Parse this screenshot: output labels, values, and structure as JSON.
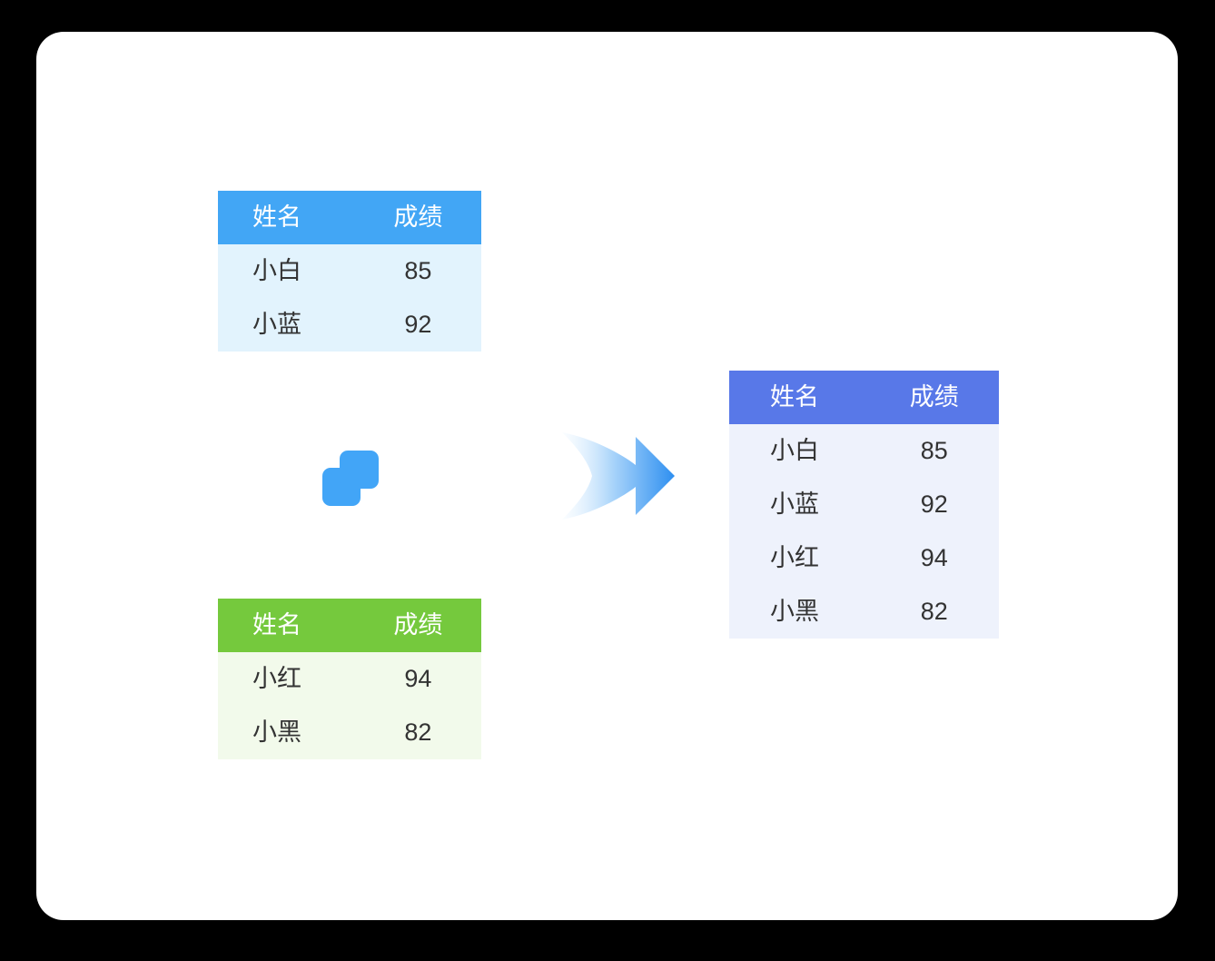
{
  "page": {
    "background": "#000000"
  },
  "card": {
    "background": "#ffffff"
  },
  "merge_diagram": {
    "source_table_blue": {
      "columns": [
        "姓名",
        "成绩"
      ],
      "rows": [
        [
          "小白",
          "85"
        ],
        [
          "小蓝",
          "92"
        ]
      ],
      "header_color": "#42A6F5",
      "body_color": "#E2F3FD",
      "header_text_color": "#FFFFFF",
      "body_text_color": "#333333"
    },
    "source_table_green": {
      "columns": [
        "姓名",
        "成绩"
      ],
      "rows": [
        [
          "小红",
          "94"
        ],
        [
          "小黑",
          "82"
        ]
      ],
      "header_color": "#75C93D",
      "body_color": "#F2FAEB",
      "header_text_color": "#FFFFFF",
      "body_text_color": "#333333"
    },
    "result_table": {
      "columns": [
        "姓名",
        "成绩"
      ],
      "rows": [
        [
          "小白",
          "85"
        ],
        [
          "小蓝",
          "92"
        ],
        [
          "小红",
          "94"
        ],
        [
          "小黑",
          "82"
        ]
      ],
      "header_color": "#5878E8",
      "body_color": "#EEF2FC",
      "header_text_color": "#FFFFFF",
      "body_text_color": "#333333"
    },
    "merge_icon_color": "#42A5F7",
    "arrow_color_start": "#F2F9FF",
    "arrow_color_mid": "#A9D4FA",
    "arrow_color_end": "#2E8FF0"
  }
}
